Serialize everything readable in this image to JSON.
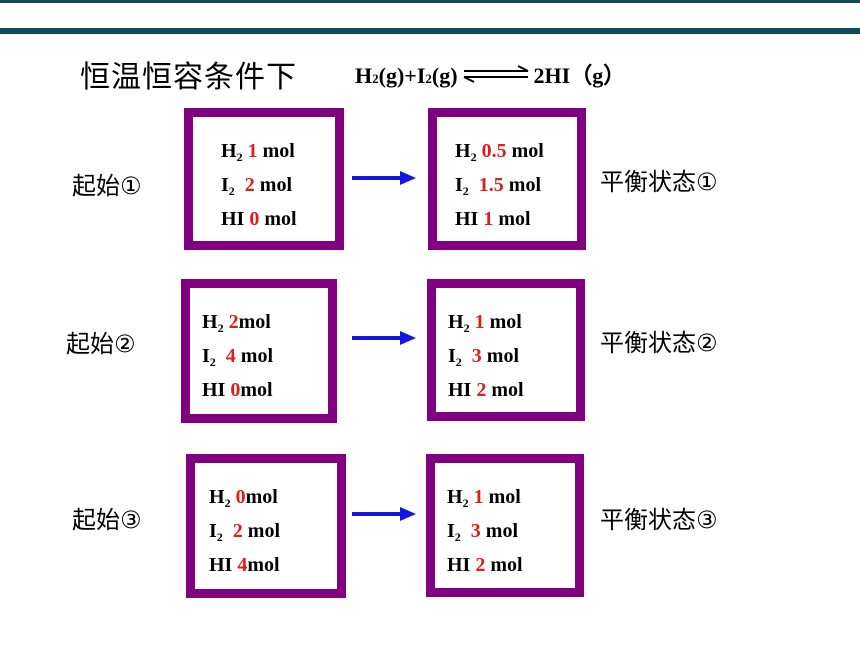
{
  "title": "恒温恒容条件下",
  "equation": {
    "left": "H",
    "left_sub": "2",
    "left_rest": " (g)+I",
    "left_sub2": "2",
    "left_rest2": " (g)",
    "right": "2HI（g）"
  },
  "rows": [
    {
      "start_label": "起始①",
      "eq_label": "平衡状态①",
      "start": [
        {
          "name": "H",
          "sub": "2",
          "value": "1",
          "unit": " mol"
        },
        {
          "name": "I",
          "sub": "2",
          "value": "2",
          "unit": " mol"
        },
        {
          "name": "HI",
          "sub": "",
          "value": "0",
          "unit": " mol"
        }
      ],
      "end": [
        {
          "name": "H",
          "sub": "2",
          "value": "0.5",
          "unit": " mol"
        },
        {
          "name": "I",
          "sub": "2",
          "value": "1.5",
          "unit": " mol"
        },
        {
          "name": "HI",
          "sub": "",
          "value": "1",
          "unit": " mol"
        }
      ]
    },
    {
      "start_label": "起始②",
      "eq_label": "平衡状态②",
      "start": [
        {
          "name": "H",
          "sub": "2",
          "value": "2",
          "unit": "mol"
        },
        {
          "name": "I",
          "sub": "2",
          "value": "4",
          "unit": " mol"
        },
        {
          "name": "HI",
          "sub": "",
          "value": "0",
          "unit": "mol"
        }
      ],
      "end": [
        {
          "name": "H",
          "sub": "2",
          "value": "1",
          "unit": " mol"
        },
        {
          "name": "I",
          "sub": "2",
          "value": "3",
          "unit": " mol"
        },
        {
          "name": "HI",
          "sub": "",
          "value": "2",
          "unit": " mol"
        }
      ]
    },
    {
      "start_label": "起始③",
      "eq_label": "平衡状态③",
      "start": [
        {
          "name": "H",
          "sub": "2",
          "value": "0",
          "unit": "mol"
        },
        {
          "name": "I",
          "sub": "2",
          "value": "2",
          "unit": " mol"
        },
        {
          "name": "HI",
          "sub": "",
          "value": "4",
          "unit": "mol"
        }
      ],
      "end": [
        {
          "name": "H",
          "sub": "2",
          "value": "1",
          "unit": " mol"
        },
        {
          "name": "I",
          "sub": "2",
          "value": "3",
          "unit": " mol"
        },
        {
          "name": "HI",
          "sub": "",
          "value": "2",
          "unit": " mol"
        }
      ]
    }
  ],
  "colors": {
    "border": "#800080",
    "arrow": "#1515e0",
    "highlight": "#e31b1b",
    "header_bar": "#0f4a5f"
  }
}
